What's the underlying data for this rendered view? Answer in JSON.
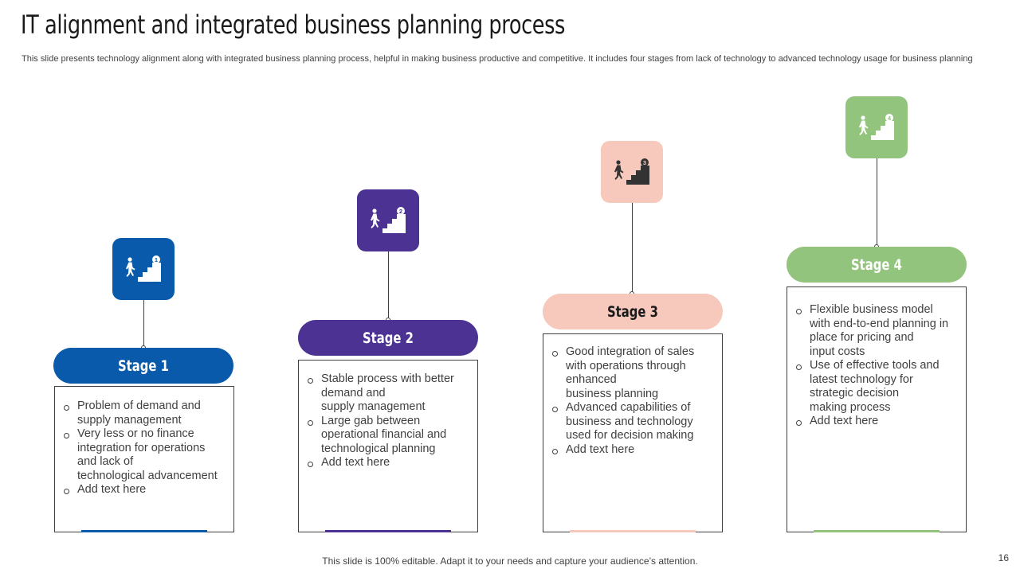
{
  "slide": {
    "title": "IT alignment and integrated business planning process",
    "subtitle": "This slide presents technology alignment along with integrated business planning process, helpful in making business productive and competitive. It includes four stages from lack of technology to advanced technology usage for business planning",
    "footer": "This slide is 100% editable. Adapt it to your needs and capture your audience’s attention.",
    "page_number": "16"
  },
  "colors": {
    "stage1": "#0a5aab",
    "stage2": "#4b3293",
    "stage3": "#f7c9bc",
    "stage4": "#93c47d"
  },
  "stages": [
    {
      "label": "Stage 1",
      "number": "1",
      "icon": "stairs-climb-icon",
      "bullets": [
        "Problem of demand and\nsupply management",
        "Very less or no finance\nintegration for operations\nand lack of\ntechnological advancement",
        "Add text here"
      ]
    },
    {
      "label": "Stage 2",
      "number": "2",
      "icon": "stairs-climb-icon",
      "bullets": [
        "Stable process with better\ndemand and\nsupply management",
        "Large gab between\noperational financial and\ntechnological  planning",
        "Add text here"
      ]
    },
    {
      "label": "Stage 3",
      "number": "3",
      "icon": "stairs-climb-icon",
      "bullets": [
        "Good integration of sales\nwith operations through\nenhanced\nbusiness planning",
        "Advanced capabilities of\nbusiness and technology\nused for decision making",
        "Add text here"
      ]
    },
    {
      "label": "Stage 4",
      "number": "4",
      "icon": "stairs-climb-icon",
      "bullets": [
        "Flexible business model\nwith end-to-end planning in\nplace for pricing and\ninput costs",
        "Use of effective tools and\nlatest technology for\nstrategic decision\nmaking process",
        "Add text here"
      ]
    }
  ]
}
